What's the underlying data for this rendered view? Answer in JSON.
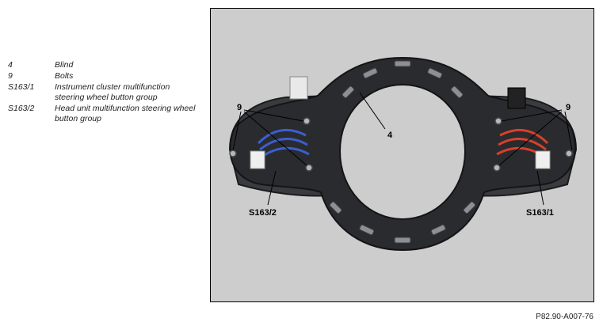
{
  "legend": [
    {
      "key": "4",
      "text": "Blind"
    },
    {
      "key": "9",
      "text": "Bolts"
    },
    {
      "key": "S163/1",
      "text": "Instrument cluster multifunction steering wheel button group"
    },
    {
      "key": "S163/2",
      "text": "Head unit multifunction steering wheel button group"
    }
  ],
  "callouts": {
    "blind": "4",
    "bolts_left": "9",
    "bolts_right": "9",
    "button_group_left": "S163/2",
    "button_group_right": "S163/1"
  },
  "figure_id": "P82.90-A007-76",
  "colors": {
    "background": "#cdcdcd",
    "frame": "#2a2b2e",
    "wires_left": "#3a5fd0",
    "wires_right": "#d8402a"
  }
}
